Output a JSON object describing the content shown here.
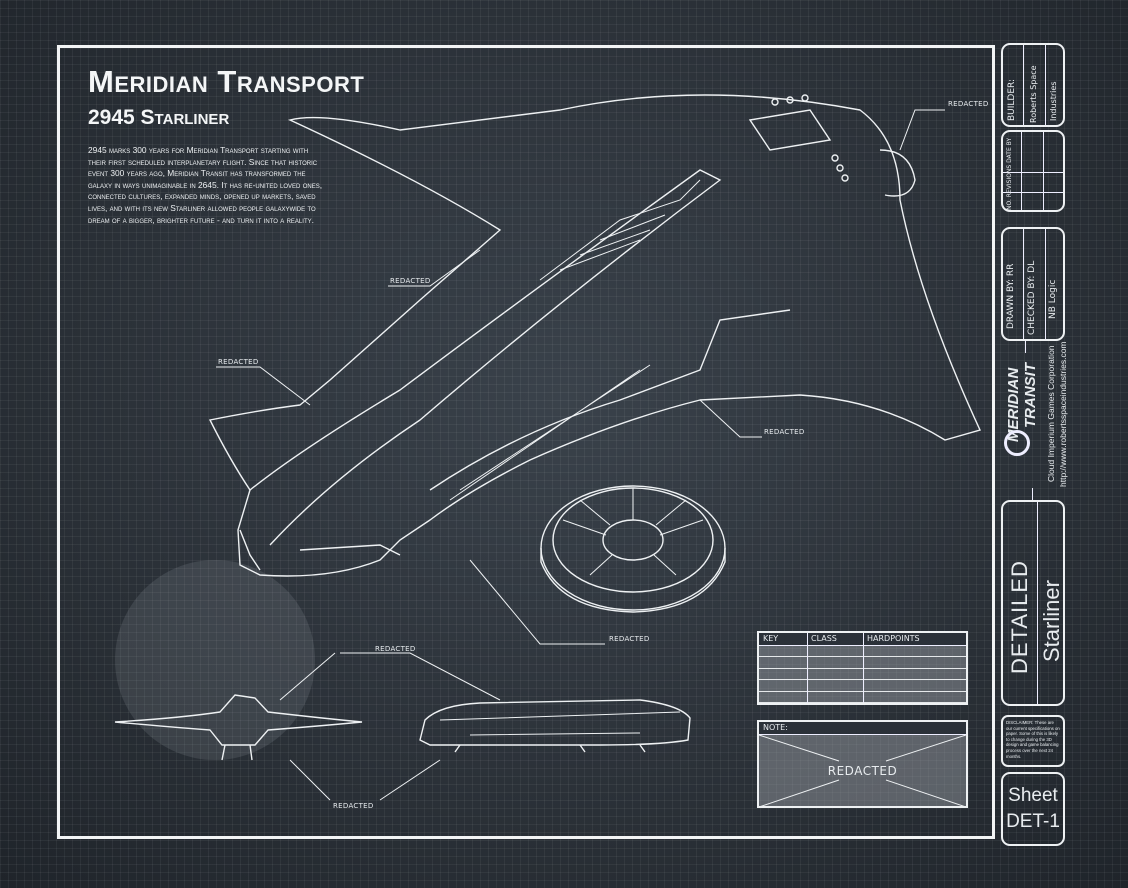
{
  "header": {
    "title": "Meridian Transport",
    "subtitle": "2945 Starliner",
    "description": "2945 marks 300 years for Meridian Transport starting with their first scheduled interplanetary flight. Since that historic event 300 years ago, Meridian Transit has transformed the galaxy in ways unimaginable in 2645. It has re-united loved ones, connected cultures, expanded minds, opened up markets, saved lives, and with its new Starliner allowed people galaxywide to dream of a bigger, brighter future - and turn it into a reality."
  },
  "callouts": [
    "REDACTED",
    "REDACTED",
    "REDACTED",
    "REDACTED",
    "REDACTED",
    "REDACTED",
    "REDACTED"
  ],
  "hardpoints_table": {
    "headers": [
      "KEY",
      "CLASS",
      "HARDPOINTS"
    ],
    "rows": 6
  },
  "note": {
    "label": "NOTE:",
    "text": "REDACTED"
  },
  "title_block": {
    "builder_label": "BUILDER:",
    "builder_line1": "Roberts Space",
    "builder_line2": "Industries",
    "revisions_headers": [
      "NO.",
      "REVISIONS",
      "DATE",
      "BY"
    ],
    "drawn_by": "DRAWN BY: RR",
    "checked_by": "CHECKED BY: DL",
    "studio": "NB Logic",
    "logo_text": [
      "MERIDIAN",
      "TRANSIT"
    ],
    "company": "Cloud Imperium Games Corporation",
    "url": "http://www.robertsspaceindustries.com",
    "detail_type": "DETAILED",
    "ship_name": "Starliner",
    "disclaimer": "DISCLAIMER: These are our current specifications on paper. Some of this is likely to change during the 3D design and game balancing process over the next 24 months.",
    "sheet_label": "Sheet",
    "sheet_number": "DET-1"
  },
  "colors": {
    "background": "#2b3139",
    "line": "#eef1f3"
  }
}
